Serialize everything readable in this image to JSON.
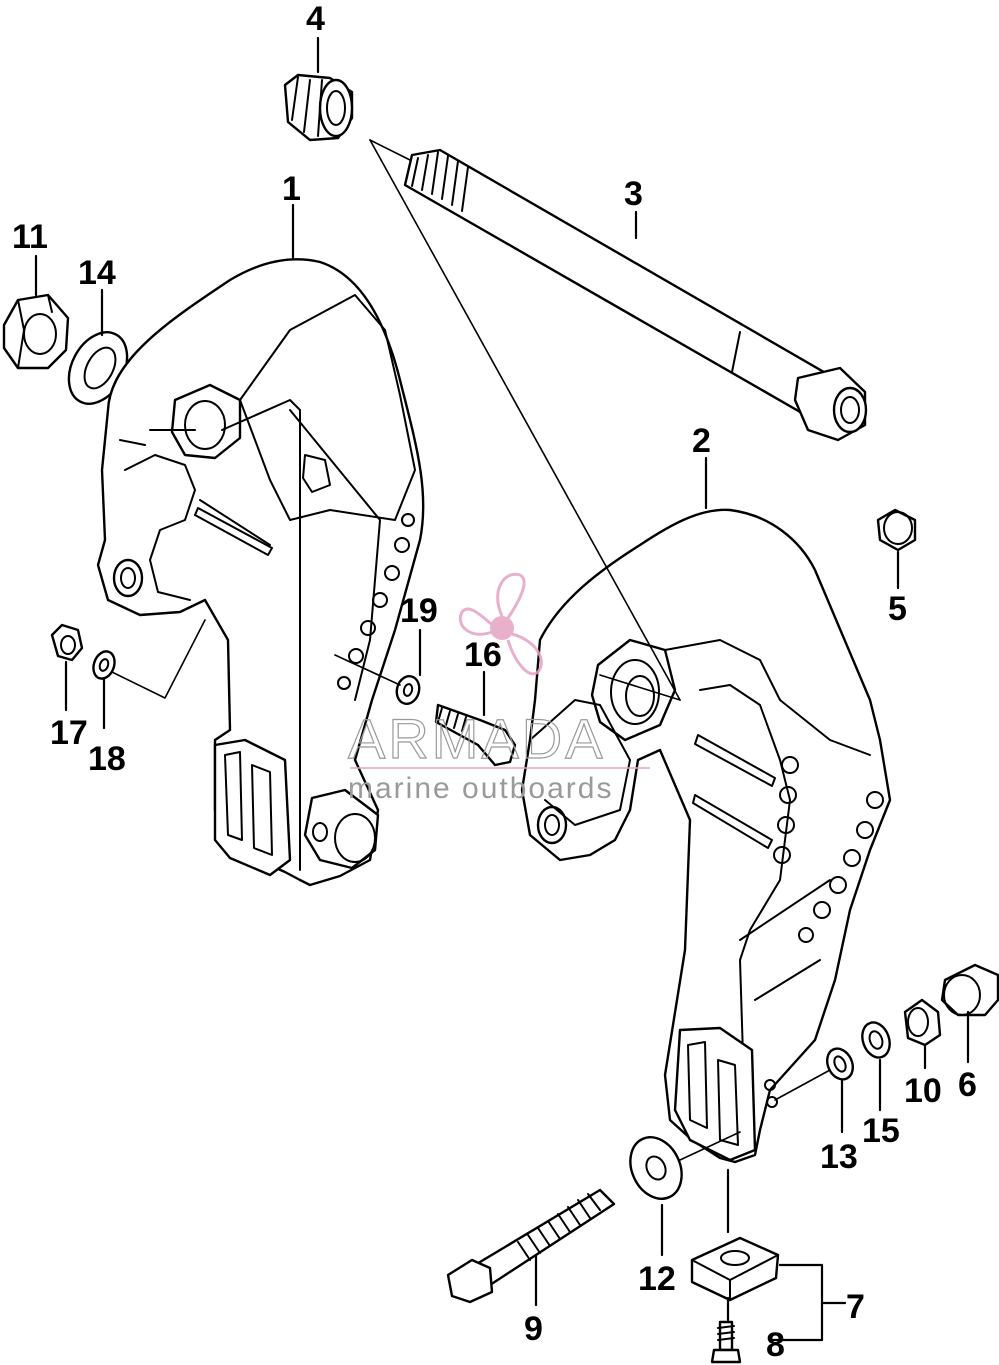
{
  "callouts": {
    "c1": "1",
    "c2": "2",
    "c3": "3",
    "c4": "4",
    "c5": "5",
    "c6": "6",
    "c7": "7",
    "c8": "8",
    "c9": "9",
    "c10": "10",
    "c11": "11",
    "c12": "12",
    "c13": "13",
    "c14": "14",
    "c15": "15",
    "c16": "16",
    "c17": "17",
    "c18": "18",
    "c19": "19"
  },
  "watermark": {
    "brand": "ARMADA",
    "tagline": "marine outboards",
    "logo_color": "#e6a3c4"
  }
}
